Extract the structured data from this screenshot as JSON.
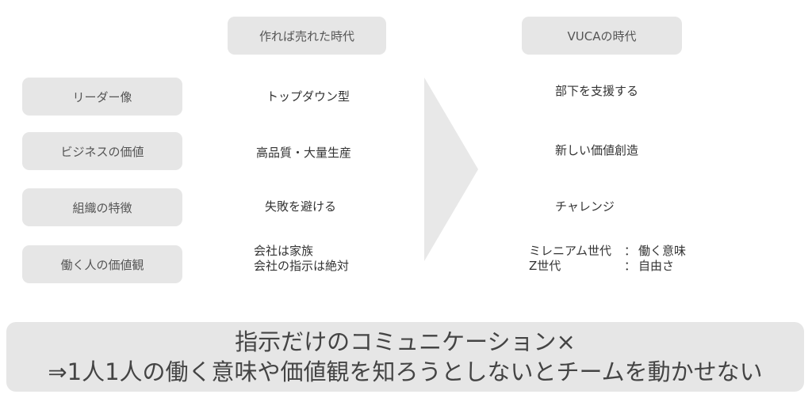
{
  "columns": {
    "before": "作れば売れた時代",
    "after": "VUCAの時代"
  },
  "rows": [
    {
      "label": "リーダー像",
      "before": "トップダウン型",
      "after": "部下を支援する"
    },
    {
      "label": "ビジネスの価値",
      "before": "高品質・大量生産",
      "after": "新しい価値創造"
    },
    {
      "label": "組織の特徴",
      "before": "失敗を避ける",
      "after": "チャレンジ"
    },
    {
      "label": "働く人の価値観",
      "before_lines": [
        "会社は家族",
        "会社の指示は絶対"
      ],
      "after_lines": [
        {
          "key": "ミレニアム世代",
          "sep": "：",
          "value": "働く意味"
        },
        {
          "key": "Z世代",
          "sep": "：",
          "value": "自由さ"
        }
      ]
    }
  ],
  "conclusion": {
    "line1": "指示だけのコミュニケーション×",
    "line2": "⇒1人1人の働く意味や価値観を知ろうとしないとチームを動かせない"
  },
  "colors": {
    "box_fill": "#e6e6e6",
    "arrow_fill": "#e8e8e8",
    "text": "#333333"
  }
}
